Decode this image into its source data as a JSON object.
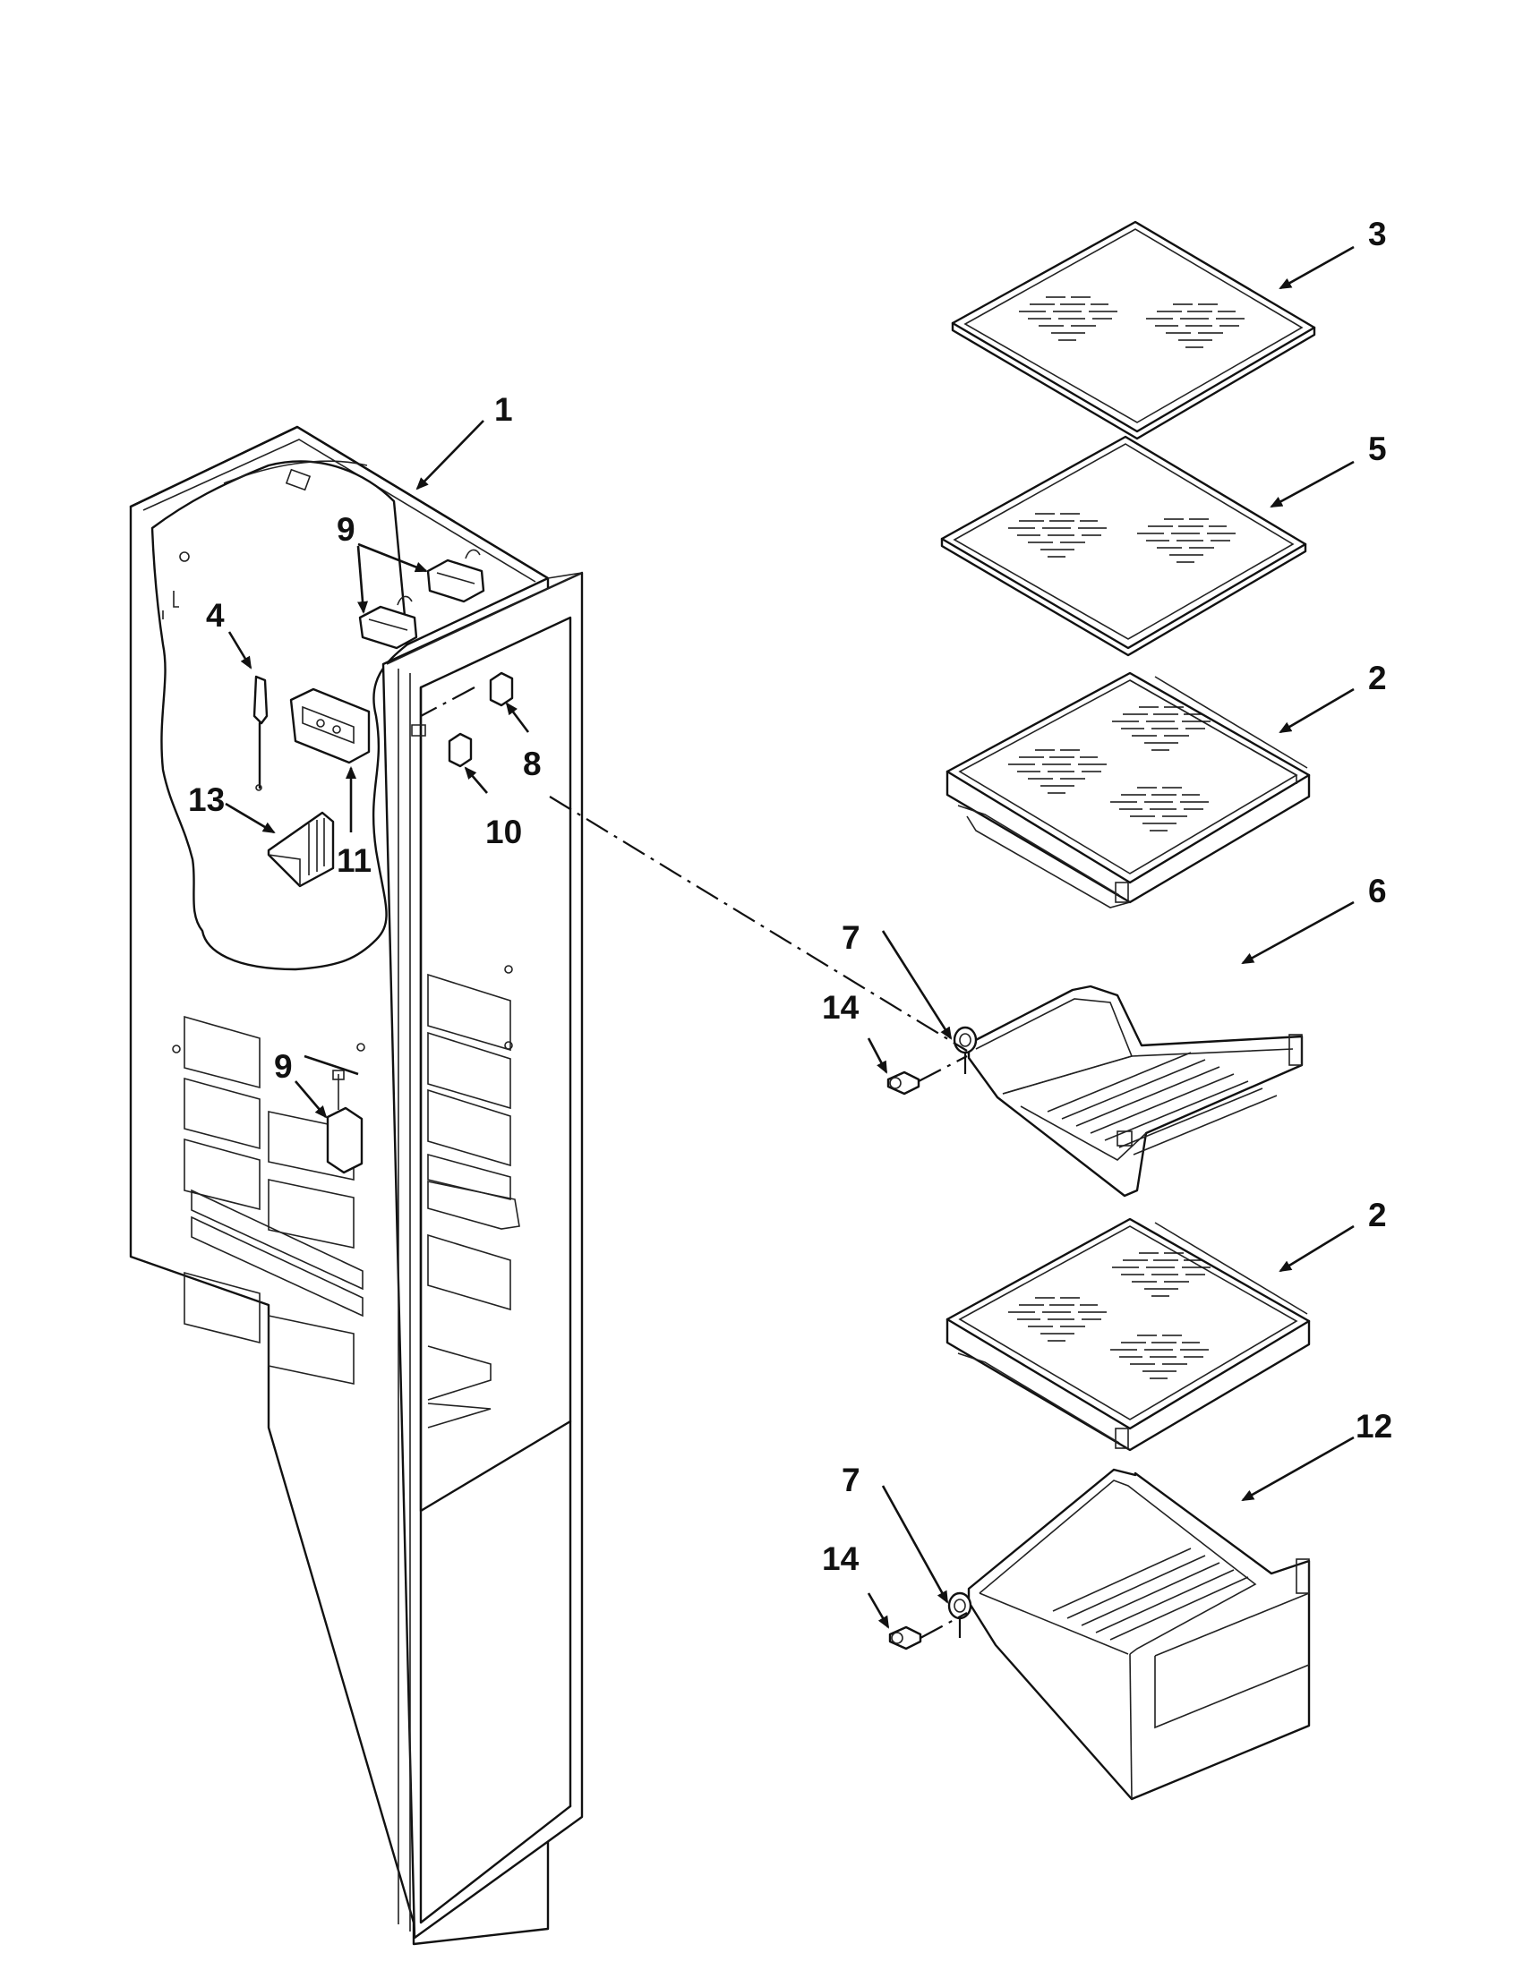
{
  "diagram": {
    "callouts": [
      "1",
      "2",
      "3",
      "4",
      "5",
      "6",
      "7",
      "8",
      "9",
      "10",
      "11",
      "12",
      "13",
      "14"
    ],
    "labels": {
      "c1": "1",
      "c2a": "2",
      "c2b": "2",
      "c3": "3",
      "c4": "4",
      "c5": "5",
      "c6": "6",
      "c7a": "7",
      "c7b": "7",
      "c8": "8",
      "c9a": "9",
      "c9b": "9",
      "c10": "10",
      "c11": "11",
      "c12": "12",
      "c13": "13",
      "c14a": "14",
      "c14b": "14"
    }
  }
}
